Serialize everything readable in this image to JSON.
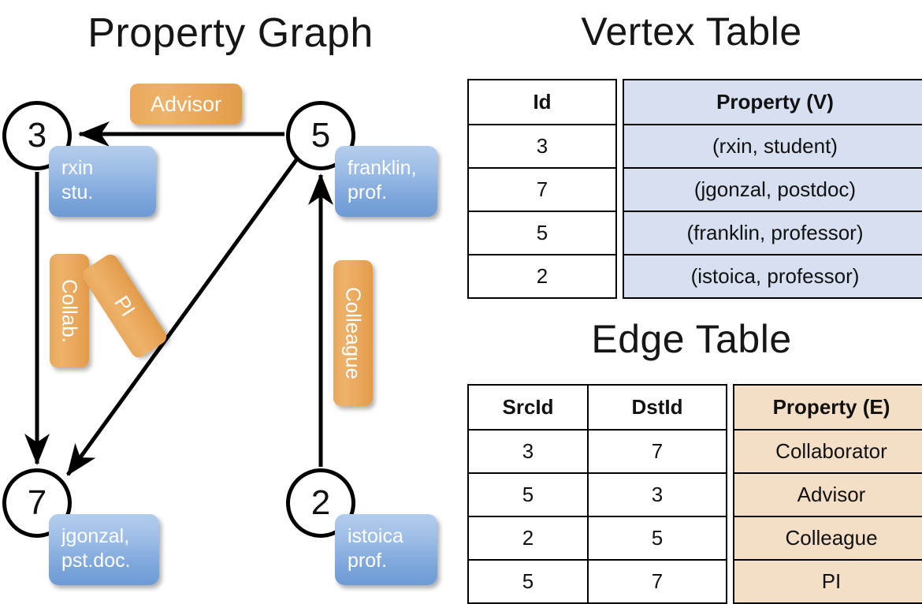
{
  "titles": {
    "property_graph": "Property Graph",
    "vertex_table": "Vertex Table",
    "edge_table": "Edge Table"
  },
  "colors": {
    "node_fill": "#ffffff",
    "node_stroke": "#000000",
    "vertex_property_cell": "#d6e0f0",
    "edge_property_cell": "#f5dec6",
    "blue_callout": "#7ba5db",
    "orange_label": "#e8a456",
    "edge_stroke": "#000000"
  },
  "graph": {
    "nodes": [
      {
        "id": "3",
        "name": "node-3"
      },
      {
        "id": "5",
        "name": "node-5"
      },
      {
        "id": "7",
        "name": "node-7"
      },
      {
        "id": "2",
        "name": "node-2"
      }
    ],
    "property_boxes": [
      {
        "for": "3",
        "line1": "rxin",
        "line2": "stu."
      },
      {
        "for": "5",
        "line1": "franklin,",
        "line2": "prof."
      },
      {
        "for": "7",
        "line1": "jgonzal,",
        "line2": "pst.doc."
      },
      {
        "for": "2",
        "line1": "istoica",
        "line2": "prof."
      }
    ],
    "edge_labels": [
      {
        "key": "advisor",
        "text": "Advisor"
      },
      {
        "key": "collab",
        "text": "Collab."
      },
      {
        "key": "pi",
        "text": "PI"
      },
      {
        "key": "colleague",
        "text": "Colleague"
      }
    ],
    "edges": [
      {
        "from": "5",
        "to": "3",
        "label": "Advisor"
      },
      {
        "from": "3",
        "to": "7",
        "label": "Collab."
      },
      {
        "from": "5",
        "to": "7",
        "label": "PI"
      },
      {
        "from": "2",
        "to": "5",
        "label": "Colleague"
      }
    ]
  },
  "vertex_table": {
    "headers": {
      "id": "Id",
      "property": "Property (V)"
    },
    "rows": [
      {
        "id": "3",
        "property": "(rxin, student)"
      },
      {
        "id": "7",
        "property": "(jgonzal, postdoc)"
      },
      {
        "id": "5",
        "property": "(franklin, professor)"
      },
      {
        "id": "2",
        "property": "(istoica, professor)"
      }
    ]
  },
  "edge_table": {
    "headers": {
      "src": "SrcId",
      "dst": "DstId",
      "property": "Property (E)"
    },
    "rows": [
      {
        "src": "3",
        "dst": "7",
        "property": "Collaborator"
      },
      {
        "src": "5",
        "dst": "3",
        "property": "Advisor"
      },
      {
        "src": "2",
        "dst": "5",
        "property": "Colleague"
      },
      {
        "src": "5",
        "dst": "7",
        "property": "PI"
      }
    ]
  }
}
